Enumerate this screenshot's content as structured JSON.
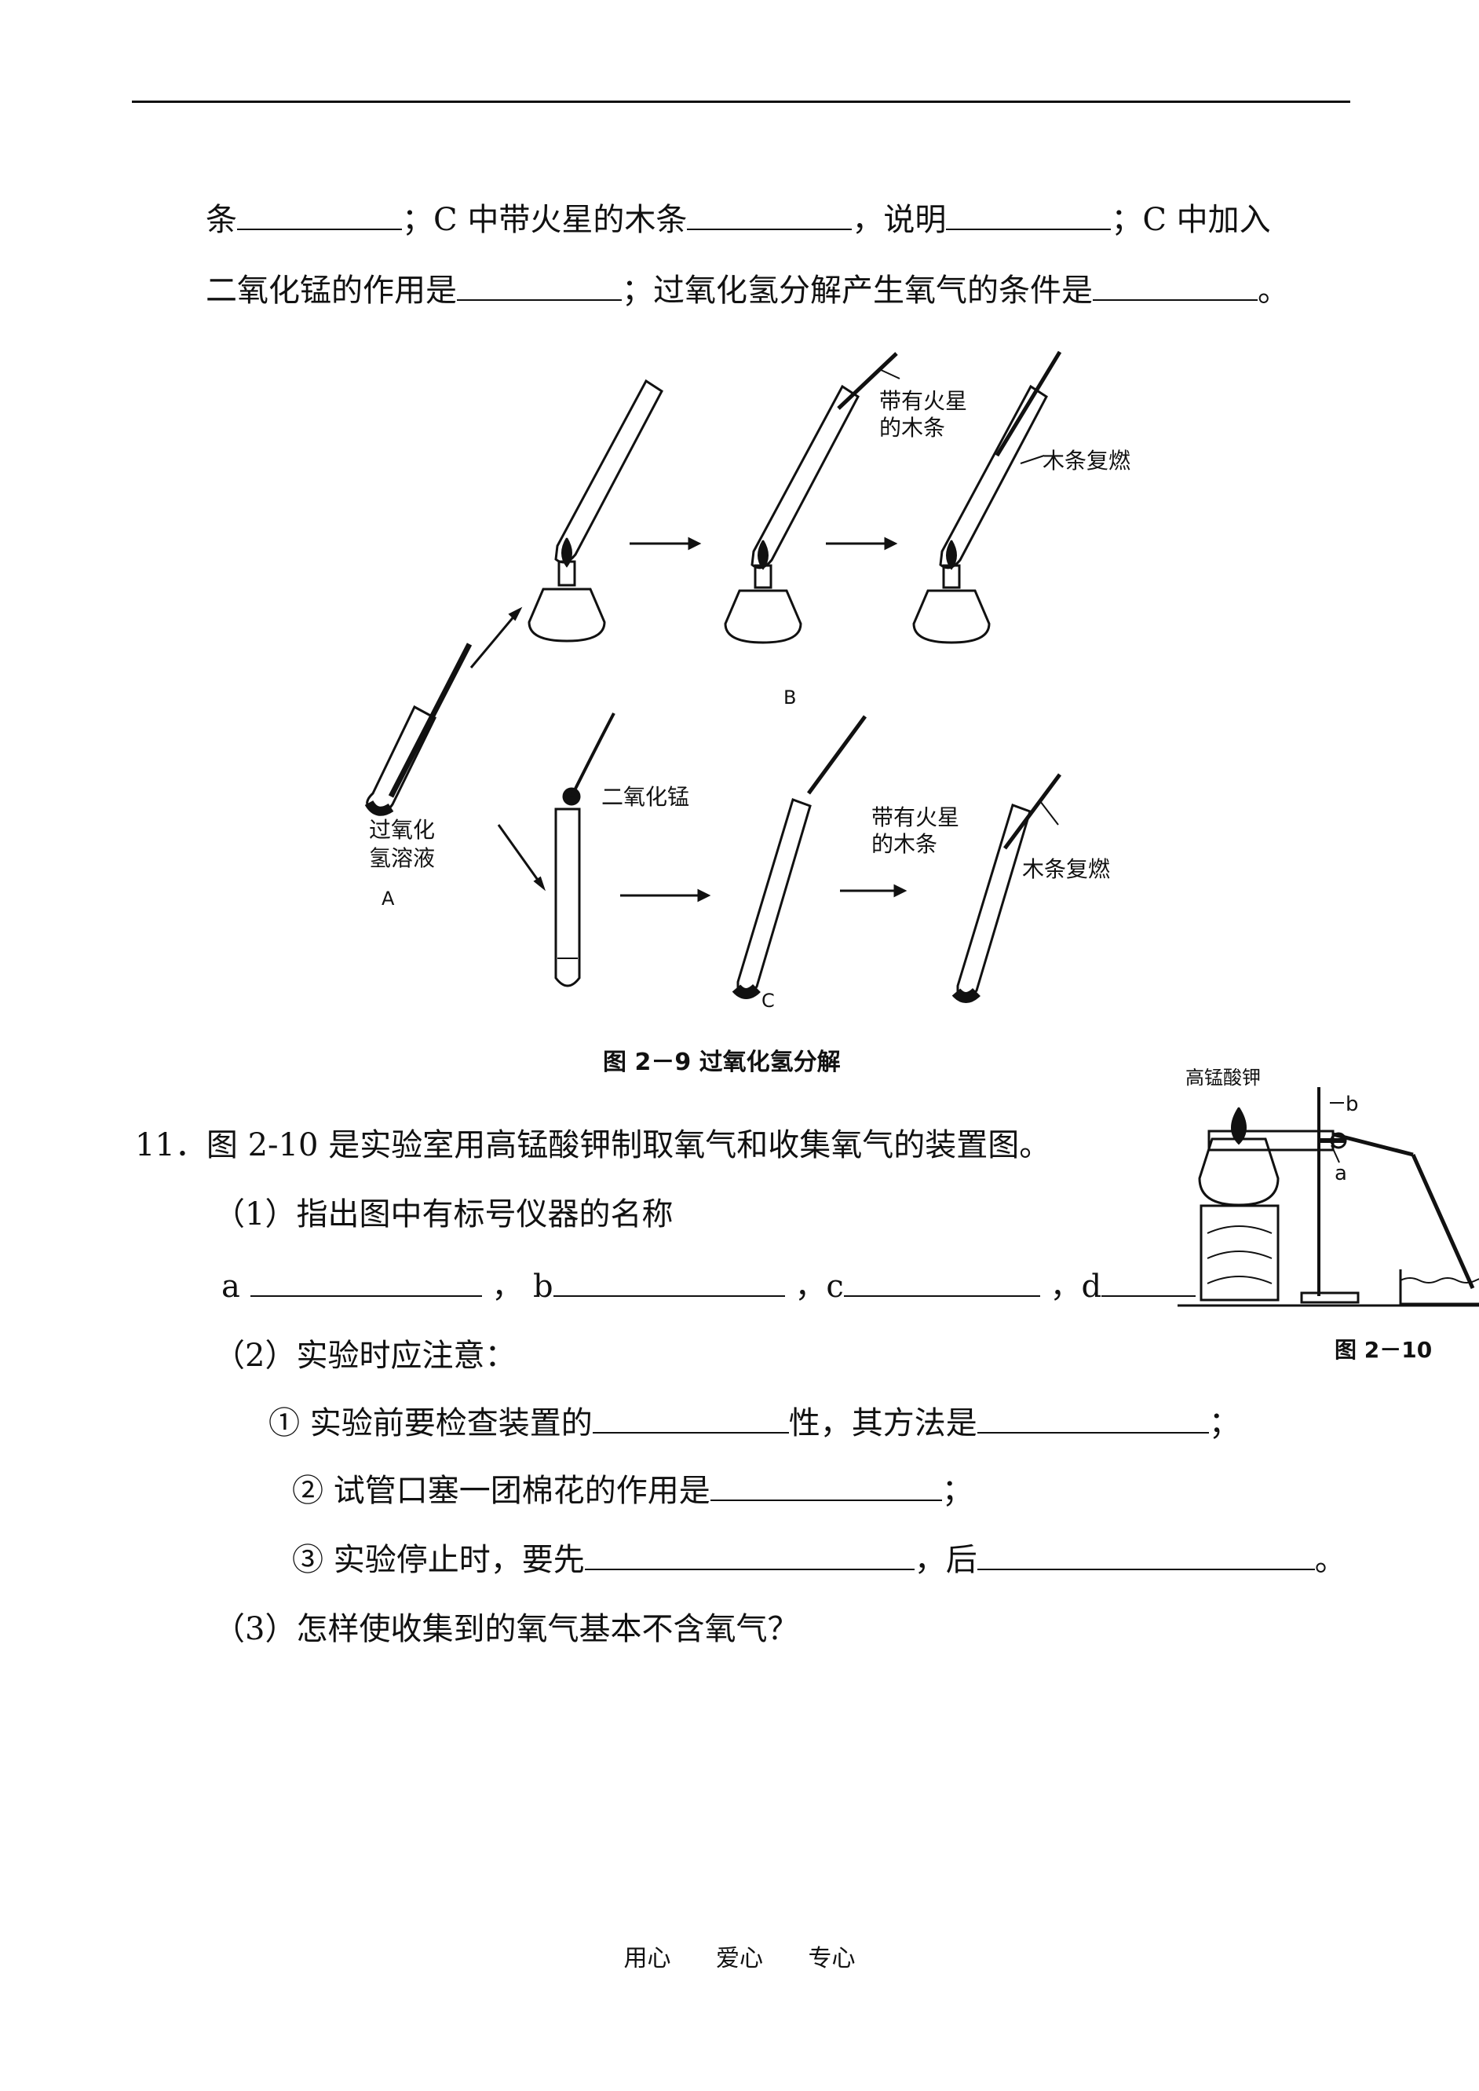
{
  "q10": {
    "line1": {
      "a": "条",
      "b": "；C 中带火星的木条",
      "c": "，说明",
      "d": "；C 中加入"
    },
    "line2": {
      "a": "二氧化锰的作用是",
      "b": "；过氧化氢分解产生氧气的条件是",
      "c": "。"
    }
  },
  "fig29": {
    "label_b1": "带有火星",
    "label_b2": "的木条",
    "label_relight": "木条复燃",
    "label_mno2": "二氧化锰",
    "label_c1": "带有火星",
    "label_c2": "的木条",
    "label_relight2": "木条复燃",
    "label_h2o2_1": "过氧化",
    "label_h2o2_2": "氢溶液",
    "label_A": "A",
    "label_B": "B",
    "label_C": "C",
    "caption": "图 2－9   过氧化氢分解"
  },
  "q11": {
    "title": "11．图 2-10 是实验室用高锰酸钾制取氧气和收集氧气的装置图。",
    "p1": "（1）指出图中有标号仪器的名称",
    "names": {
      "a": "a",
      "sep1": "，",
      "b": "b",
      "sep2": "，c",
      "sep3": "，d"
    },
    "p2": "（2）实验时应注意：",
    "i1": {
      "a": "①  实验前要检查装置的",
      "b": "性，其方法是",
      "c": "；"
    },
    "i2": {
      "a": "②  试管口塞一团棉花的作用是",
      "b": "；"
    },
    "i3": {
      "a": "③  实验停止时，要先",
      "b": "，后",
      "c": "。"
    },
    "p3": "（3）怎样使收集到的氧气基本不含氧气？"
  },
  "fig210": {
    "label_kmno4": "高锰酸钾",
    "label_a": "a",
    "label_b": "b",
    "caption": "图 2－10"
  },
  "footer": {
    "a": "用心",
    "b": "爱心",
    "c": "专心"
  }
}
